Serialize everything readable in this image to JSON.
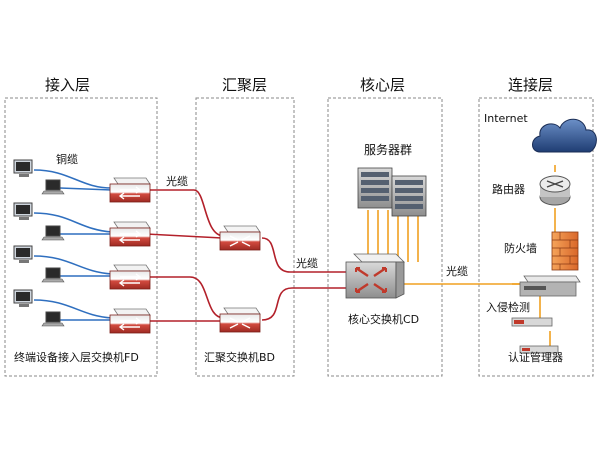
{
  "layers": {
    "access": "接入层",
    "aggregation": "汇聚层",
    "core": "核心层",
    "connection": "连接层"
  },
  "labels": {
    "copper": "铜缆",
    "fiber_agg": "光缆",
    "fiber_core": "光缆",
    "fiber_conn": "光缆",
    "access_switch": "终端设备接入层交换机FD",
    "agg_switch": "汇聚交换机BD",
    "server_group": "服务器群",
    "core_switch": "核心交换机CD",
    "internet": "Internet",
    "router": "路由器",
    "firewall": "防火墙",
    "ids": "入侵检测",
    "auth": "认证管理器"
  },
  "colors": {
    "copper": "#2f6fbf",
    "fiber": "#b3202a",
    "core_link": "#f0a020",
    "box_border": "#888888",
    "switch_red": "#c0392b"
  },
  "icons": {
    "computer": "computer-icon",
    "switch": "switch-icon",
    "server": "server-icon",
    "cloud": "cloud-icon",
    "router": "router-icon",
    "firewall": "firewall-icon",
    "appliance": "appliance-icon"
  }
}
